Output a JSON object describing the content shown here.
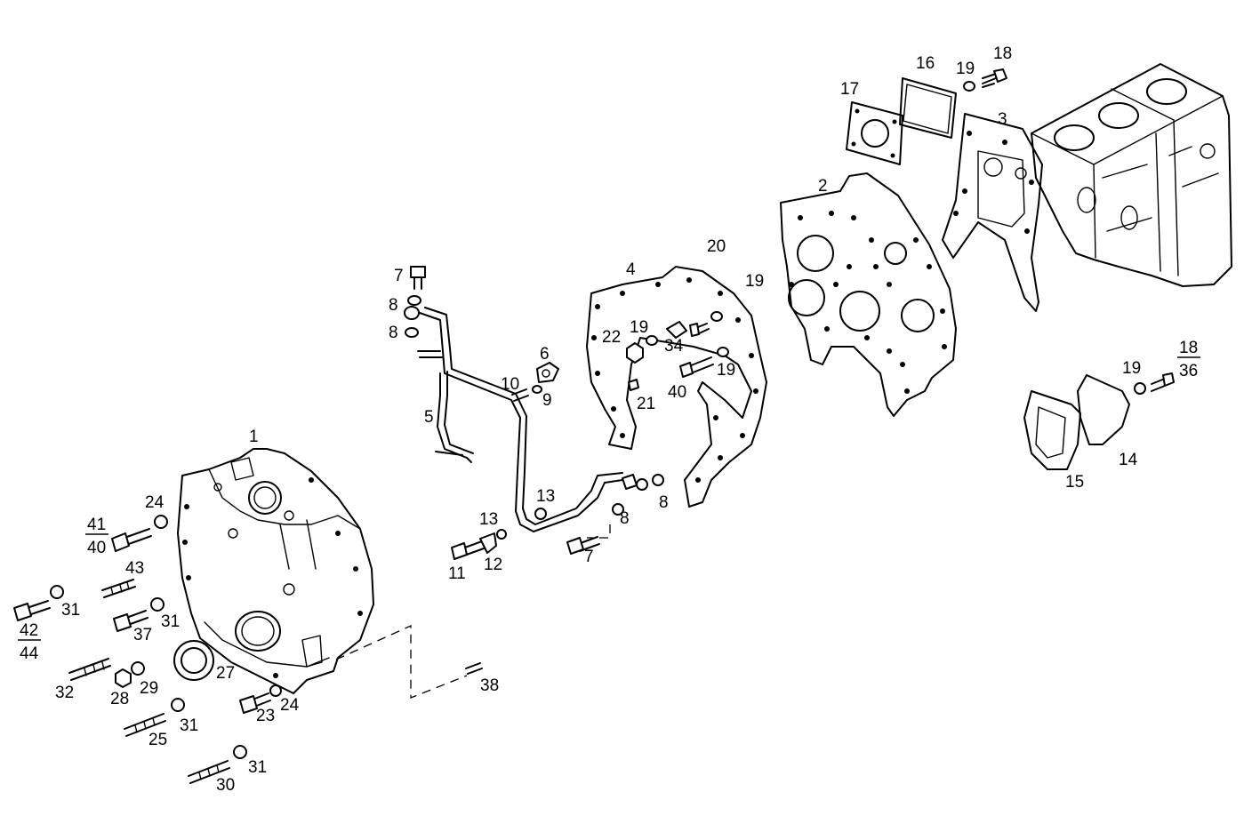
{
  "labels": {
    "p1": "1",
    "p2": "2",
    "p3": "3",
    "p4": "4",
    "p5": "5",
    "p6": "6",
    "p7a": "7",
    "p7b": "7",
    "p8a": "8",
    "p8b": "8",
    "p8c": "8",
    "p8d": "8",
    "p9": "9",
    "p10": "10",
    "p11": "11",
    "p12": "12",
    "p13a": "13",
    "p13b": "13",
    "p14": "14",
    "p15": "15",
    "p16": "16",
    "p17": "17",
    "p18a": "18",
    "p19a": "19",
    "p19b": "19",
    "p19c": "19",
    "p19d": "19",
    "p20": "20",
    "p21": "21",
    "p22": "22",
    "p23": "23",
    "p24a": "24",
    "p24b": "24",
    "p25": "25",
    "p27": "27",
    "p28": "28",
    "p29": "29",
    "p30": "30",
    "p31a": "31",
    "p31b": "31",
    "p31c": "31",
    "p31d": "31",
    "p32": "32",
    "p34": "34",
    "p37": "37",
    "p38": "38",
    "p40": "40",
    "p43": "43"
  },
  "fractions": {
    "f41_40": {
      "top": "41",
      "bottom": "40"
    },
    "f42_44": {
      "top": "42",
      "bottom": "44"
    },
    "f18_36": {
      "top": "18",
      "bottom": "36"
    }
  }
}
